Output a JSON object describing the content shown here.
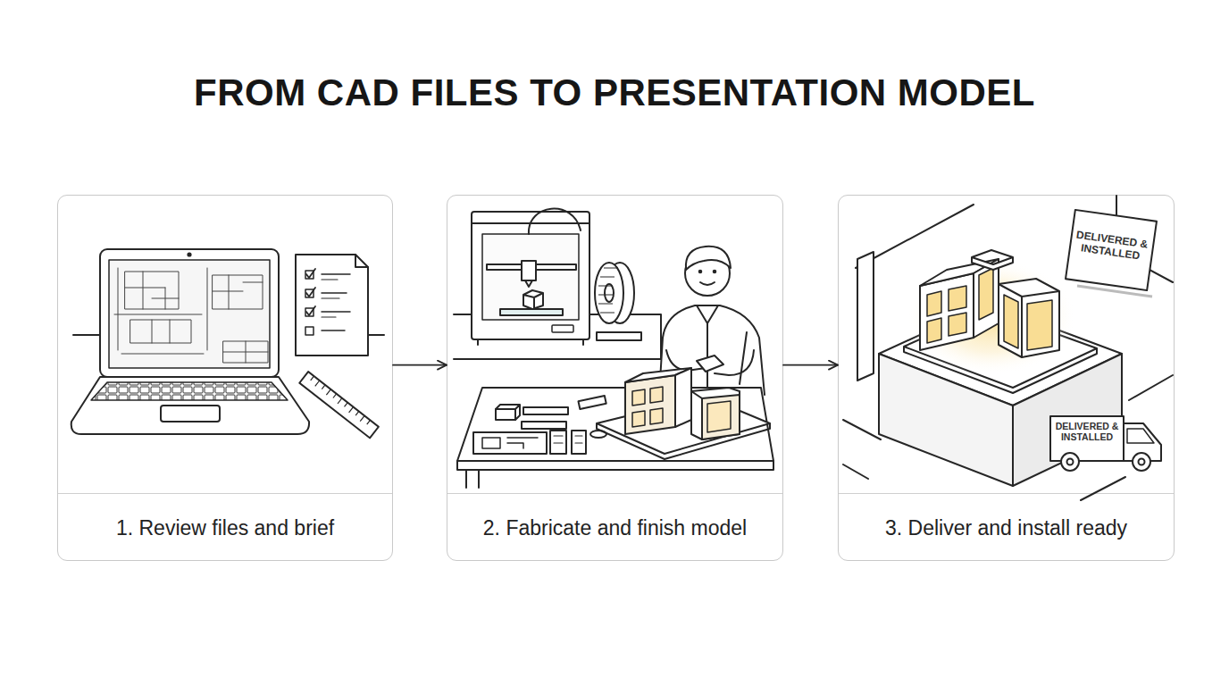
{
  "diagram": {
    "title": "FROM CAD FILES TO PRESENTATION MODEL",
    "nodes": [
      {
        "text": [
          "1. Review files and brief"
        ]
      },
      {
        "text": [
          "2. Fabricate and finish model"
        ]
      },
      {
        "text": [
          "3. Deliver and install ready"
        ]
      }
    ],
    "edges": [
      {
        "from": 0,
        "to": 1,
        "arrow": "to"
      },
      {
        "from": 1,
        "to": 2,
        "arrow": "to"
      }
    ],
    "labels": [
      "DELIVERED & INSTALLED",
      "DELIVERED & INSTALLED"
    ]
  }
}
